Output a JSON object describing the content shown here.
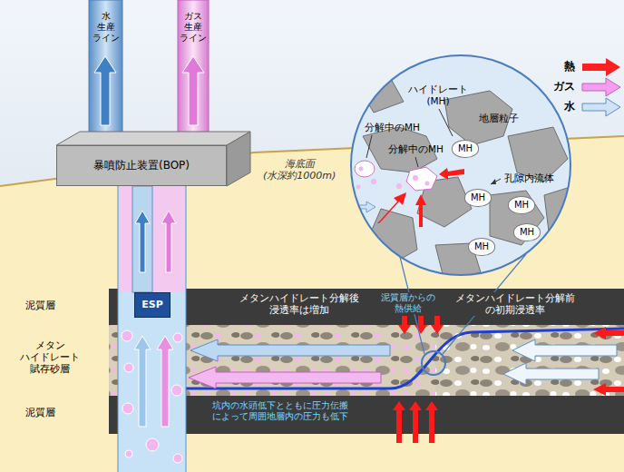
{
  "diagram": {
    "nodes": [
      {
        "text": [
          "水 生産 ライン"
        ]
      },
      {
        "text": [
          "ガス 生産 ライン"
        ]
      },
      {
        "text": [
          "暴噴防止装置(BOP)"
        ]
      },
      {
        "text": [
          "ESP"
        ]
      },
      {
        "text": [
          "ハイドレート (MH)",
          "分解中のMH",
          "地層粒子",
          "分解中のMH",
          "孔隙内流体"
        ]
      },
      {
        "text": [
          "MH"
        ],
        "in": 4
      },
      {
        "text": [
          "MH"
        ],
        "in": 4
      },
      {
        "text": [
          "MH"
        ],
        "in": 4
      },
      {
        "text": [
          "MH"
        ],
        "in": 4
      },
      {
        "text": [
          "MH"
        ],
        "in": 4
      }
    ],
    "labels": [
      "海底面 (水深約1000m)",
      "泥質層",
      "メタン ハイドレート 賦存砂層",
      "泥質層",
      "メタンハイドレート分解後 浸透率は増加",
      "泥質層からの 熱供給",
      "メタンハイドレート分解前 の初期浸透率",
      "坑内の水頭低下とともに圧力伝搬 によって周囲地層内の圧力も低下"
    ],
    "legend": [
      {
        "text": "熱"
      },
      {
        "text": "ガス"
      },
      {
        "text": "水"
      }
    ]
  }
}
